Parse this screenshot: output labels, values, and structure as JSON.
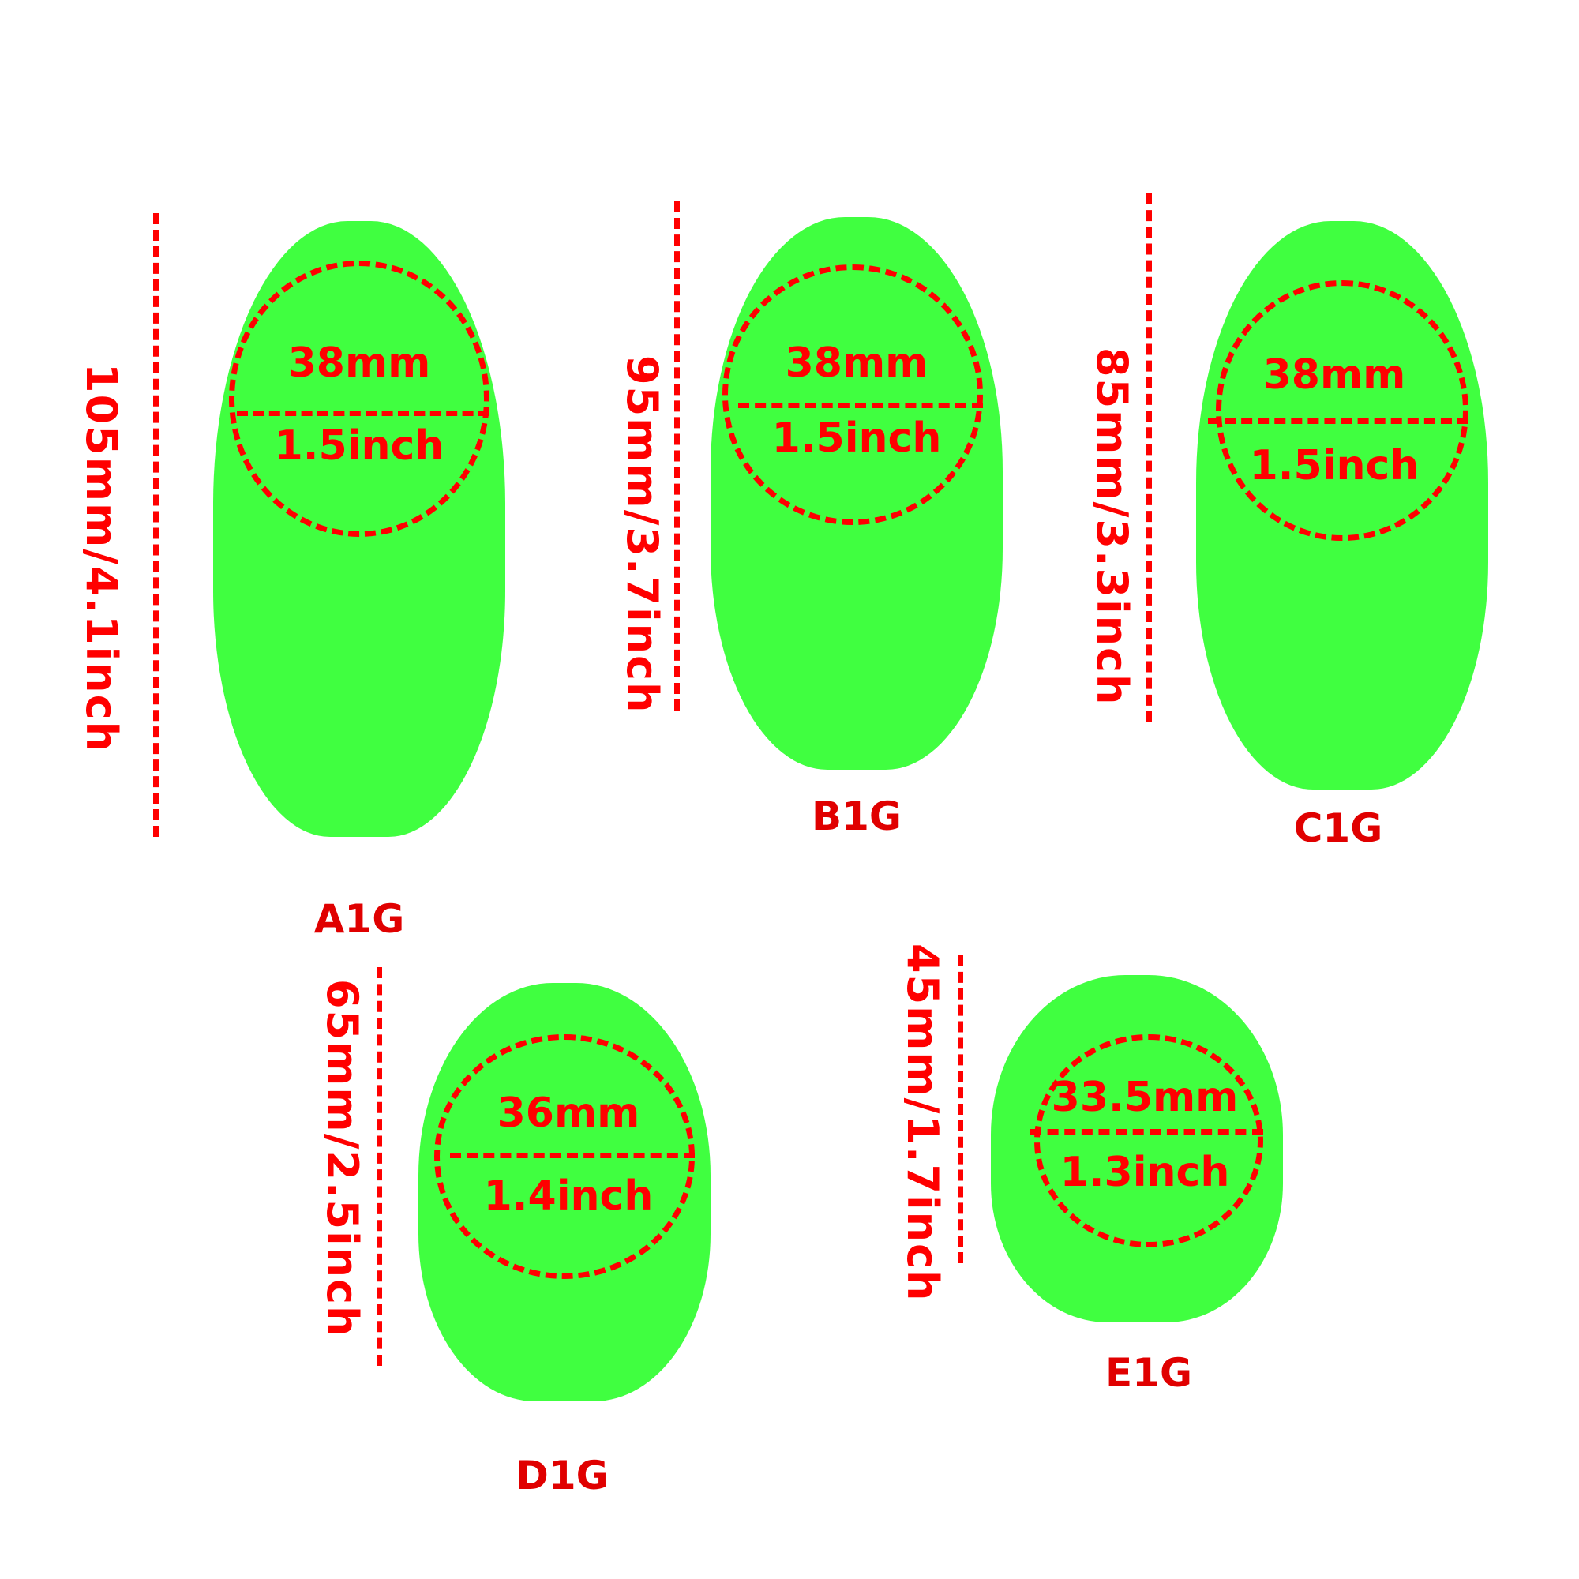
{
  "colors": {
    "annotation": "#ff0000",
    "body": "#2bff2b",
    "background": "#ffffff"
  },
  "items": [
    {
      "model": "A1G",
      "height": "105mm/4.1inch",
      "ring_mm": "38mm",
      "ring_inch": "1.5inch"
    },
    {
      "model": "B1G",
      "height": "95mm/3.7inch",
      "ring_mm": "38mm",
      "ring_inch": "1.5inch"
    },
    {
      "model": "C1G",
      "height": "85mm/3.3inch",
      "ring_mm": "38mm",
      "ring_inch": "1.5inch"
    },
    {
      "model": "D1G",
      "height": "65mm/2.5inch",
      "ring_mm": "36mm",
      "ring_inch": "1.4inch"
    },
    {
      "model": "E1G",
      "height": "45mm/1.7inch",
      "ring_mm": "33.5mm",
      "ring_inch": "1.3inch"
    }
  ]
}
